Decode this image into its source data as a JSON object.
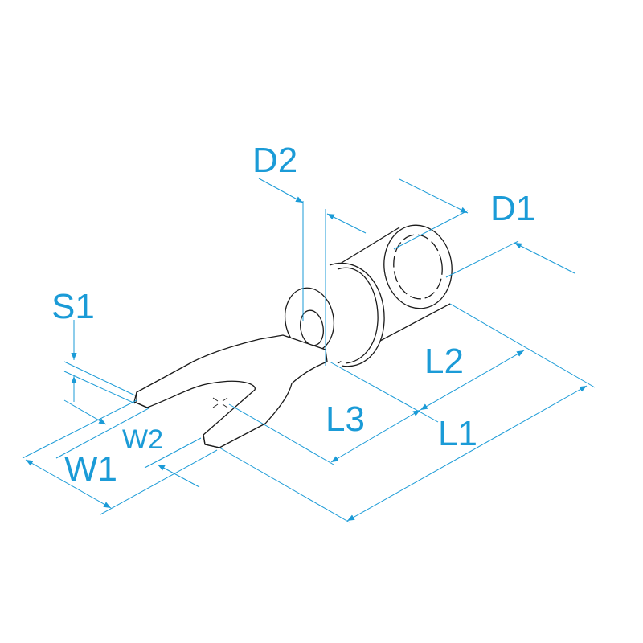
{
  "title": "Spade terminal dimension drawing",
  "labels": {
    "d2": "D2",
    "d1": "D1",
    "s1": "S1",
    "w2": "W2",
    "w1": "W1",
    "l3": "L3",
    "l2": "L2",
    "l1": "L1"
  },
  "colors": {
    "dimension": "#1b9bd7",
    "outline": "#1a1a1a"
  }
}
